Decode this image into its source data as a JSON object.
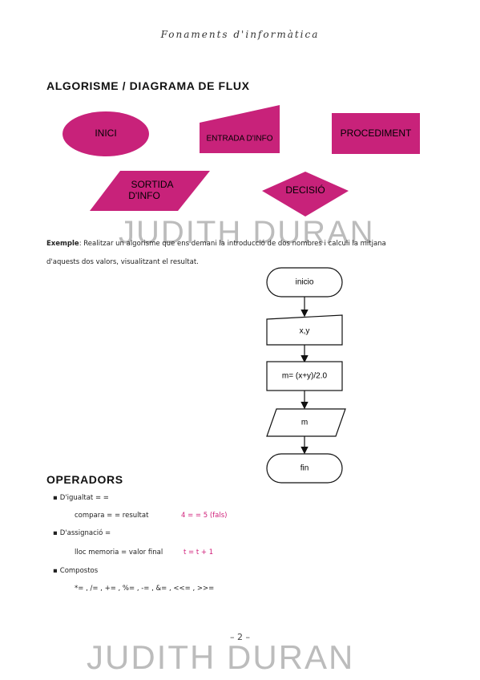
{
  "header": {
    "title": "Fonaments d'informàtica"
  },
  "section1": {
    "title": "ALGORISME / DIAGRAMA DE FLUX",
    "shapes": {
      "inici": "INICI",
      "entrada": "ENTRADA D'INFO",
      "procediment": "PROCEDIMENT",
      "sortida_line1": "SORTIDA",
      "sortida_line2": "D'INFO",
      "decisio": "DECISIÓ"
    }
  },
  "watermark": {
    "text": "JUDITH DURAN"
  },
  "example": {
    "label": "Exemple",
    "line1": ": Realitzar un algorisme que ens demani la introducció de dos nombres i calculi la mitjana",
    "line2": "d'aquests dos valors, visualitzant el resultat."
  },
  "flowchart": {
    "start": "inicio",
    "input": "x,y",
    "process": "m= (x+y)/2.0",
    "output": "m",
    "end": "fin"
  },
  "section2": {
    "title": "OPERADORS",
    "items": [
      {
        "label": "D'igualtat = =",
        "detail": "compara = = resultat",
        "example": "4 = = 5 (fals)"
      },
      {
        "label": "D'assignació =",
        "detail": "lloc memoria = valor final",
        "example": "t = t + 1"
      },
      {
        "label": "Compostos",
        "detail": "*= , /= , += , %= , -= , &= , <<= , >>=",
        "example": ""
      }
    ]
  },
  "footer": {
    "page": "– 2 –"
  },
  "colors": {
    "shape_fill": "#c8227a",
    "example_text": "#d0207a",
    "watermark": "#bcbcbc"
  }
}
